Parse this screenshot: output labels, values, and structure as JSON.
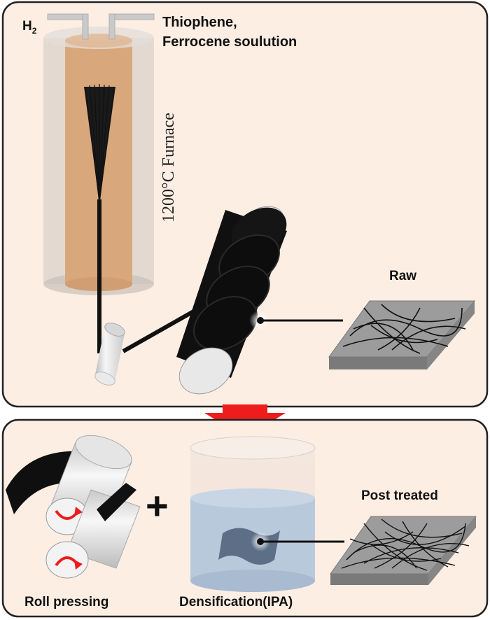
{
  "top_panel": {
    "h2_label": "H",
    "h2_subscript": "2",
    "precursor_label_line1": "Thiophene,",
    "precursor_label_line2": "Ferrocene soulution",
    "furnace_label": "1200°C Furnace",
    "raw_label": "Raw"
  },
  "bottom_panel": {
    "plus_symbol": "+",
    "roll_pressing_label": "Roll pressing",
    "densification_label": "Densification(IPA)",
    "post_treated_label": "Post treated"
  },
  "colors": {
    "panel_fill": "#fdeee3",
    "furnace_core": "#d9a77c",
    "arrow_red": "#ee1c1c",
    "ipa_liquid": "#b9c9dc",
    "sheet_gray": "#9c9c9c"
  }
}
